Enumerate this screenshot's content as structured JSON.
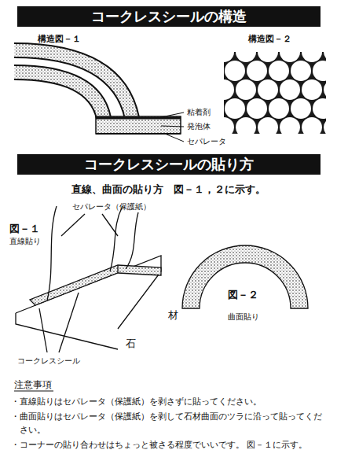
{
  "diagram": {
    "nodes": [
      {
        "text": [
          "コークレスシールの構造"
        ]
      },
      {
        "text": [
          "コークレスシールの貼り方"
        ]
      }
    ],
    "labels": [
      "構造図－１",
      "構造図－２",
      "粘着剤",
      "発泡体",
      "セパレータ",
      "直線、曲面の貼り方　図－１，２に示す。",
      "セパレータ（保護紙）",
      "図－１",
      "直線貼り",
      "材",
      "石",
      "コークレスシール",
      "図－２",
      "曲面貼り",
      "注意事項",
      "・直線貼りはセパレータ（保護紙）を剥さずに貼ってください。",
      "・曲面貼りはセパレータ（保護紙）を剥して石材曲面のツラに沿って貼ってください。",
      "・コーナーの貼り合わせはちょっと被さる程度でいいです。 図－１に示す。"
    ]
  }
}
